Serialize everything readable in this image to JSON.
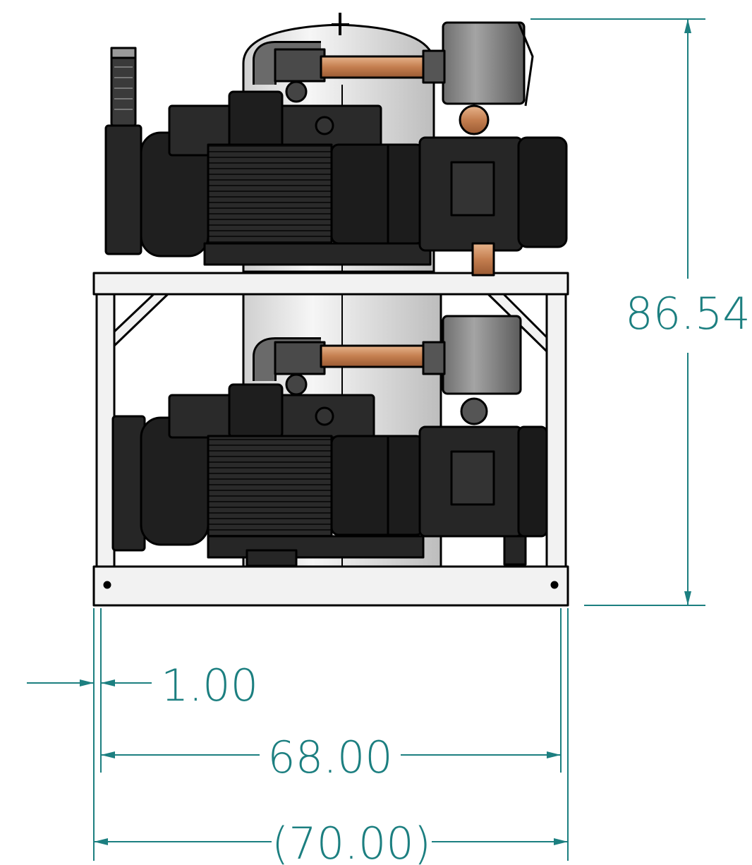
{
  "colors": {
    "dimension": "#1c7f80",
    "outline": "#000000",
    "machine": "#2a2a2a",
    "machine_dark": "#141414",
    "frame": "#f2f2f2",
    "tank": "#e4e4e4",
    "copper": "#c98a5c",
    "filter": "#8a8a8a"
  },
  "dimensions": {
    "height": "86.54",
    "frame_offset": "1.00",
    "inner_width": "68.00",
    "overall_width": "(70.00)"
  }
}
